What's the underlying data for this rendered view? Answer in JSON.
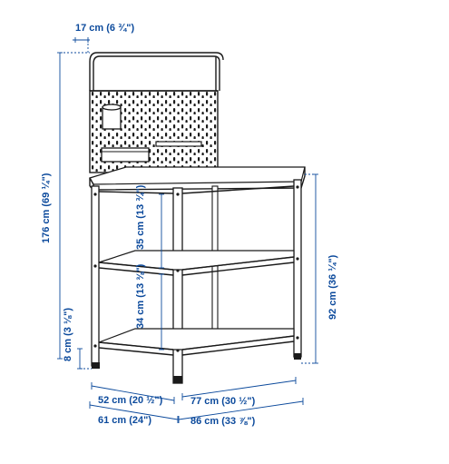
{
  "dimensions": {
    "top_depth": "17 cm (6 ¾\")",
    "total_height": "176 cm (69 ¼\")",
    "upper_shelf_gap": "35 cm (13 ¾\")",
    "lower_shelf_gap": "34 cm (13 ⅜\")",
    "counter_height": "92 cm (36 ¼\")",
    "foot_height": "8 cm (3 ⅛\")",
    "inner_depth": "52 cm (20 ½\")",
    "outer_depth": "61 cm (24\")",
    "inner_width": "77 cm (30 ½\")",
    "outer_width": "86 cm (33 ⅞\")"
  },
  "colors": {
    "dimension": "#0c4a9c",
    "outline": "#1a1a1a"
  }
}
